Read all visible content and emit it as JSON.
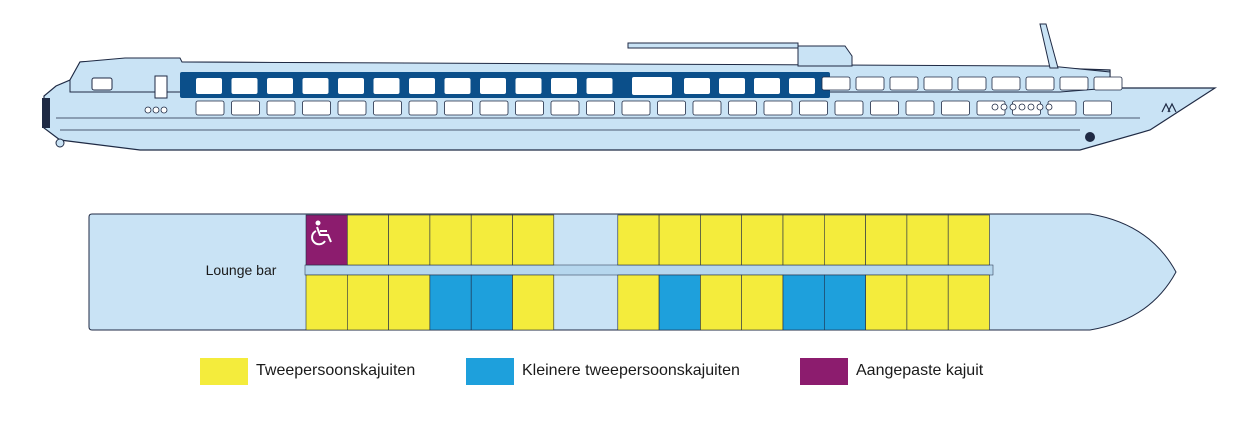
{
  "deck": {
    "lounge_label": "Lounge bar",
    "colors": {
      "hull": "#c9e3f5",
      "outline": "#1f2a44",
      "corridor": "#b6d7ee",
      "standard": "#f4ec3c",
      "small": "#1ea0dc",
      "accessible": "#8c1c6e"
    },
    "top_row": [
      "accessible",
      "standard",
      "standard",
      "standard",
      "standard",
      "standard",
      "gap",
      "standard",
      "standard",
      "standard",
      "standard",
      "standard",
      "standard",
      "standard",
      "standard",
      "standard"
    ],
    "bottom_row": [
      "standard",
      "standard",
      "standard",
      "small",
      "small",
      "standard",
      "gap",
      "standard",
      "small",
      "standard",
      "standard",
      "small",
      "small",
      "standard",
      "standard",
      "standard"
    ],
    "wheelchair_icon": "wheelchair-icon"
  },
  "legend": [
    {
      "label": "Tweepersoonskajuiten",
      "color": "#f4ec3c"
    },
    {
      "label": "Kleinere tweepersoonskajuiten",
      "color": "#1ea0dc"
    },
    {
      "label": "Aangepaste kajuit",
      "color": "#8c1c6e"
    }
  ]
}
